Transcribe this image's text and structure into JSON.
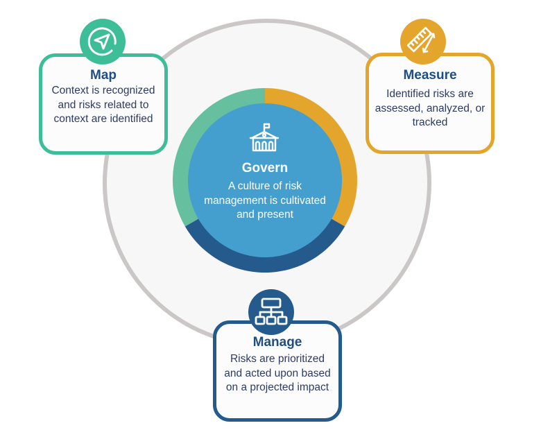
{
  "diagram": {
    "title": "AI Risk Management Framework Core",
    "center": {
      "title": "Govern",
      "description": "A culture of risk management is cultivated and present",
      "icon": "building-flag-icon",
      "color": "#449fcf"
    },
    "ring_segments": [
      {
        "name": "Measure",
        "color": "#e3a52c",
        "share": 0.3333
      },
      {
        "name": "Manage",
        "color": "#245a8c",
        "share": 0.3333
      },
      {
        "name": "Map",
        "color": "#66bf9f",
        "share": 0.3334
      }
    ],
    "outer_ring": {
      "stroke": "#cbc7c7",
      "fill": "#f7f7f7"
    },
    "functions": [
      {
        "id": "map",
        "title": "Map",
        "description": "Context is recognized and risks related to context are identified",
        "icon": "navigation-arrow-icon",
        "color": "#3dbd98"
      },
      {
        "id": "measure",
        "title": "Measure",
        "description": "Identified risks are assessed, analyzed, or tracked",
        "icon": "ruler-arrows-icon",
        "color": "#e3a52c"
      },
      {
        "id": "manage",
        "title": "Manage",
        "description": "Risks are prioritized and acted upon based on a projected impact",
        "icon": "hierarchy-icon",
        "color": "#245a8c"
      }
    ]
  }
}
